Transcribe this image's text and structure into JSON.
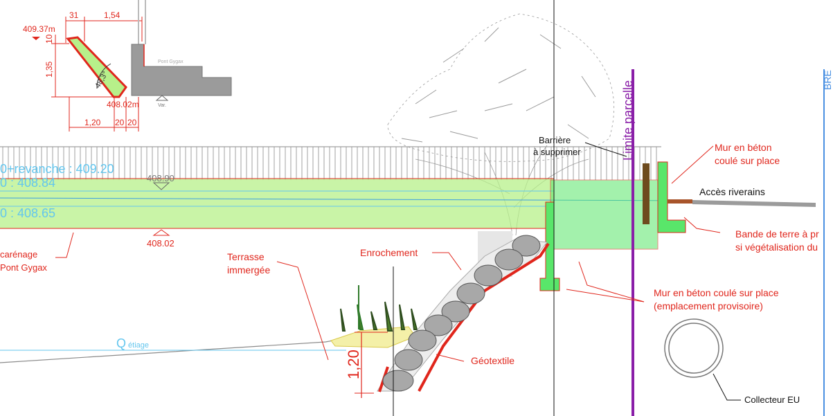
{
  "detail": {
    "dim_top_left": "31",
    "dim_top_right": "1,54",
    "elev_top": "409.37m",
    "dim_small": "10",
    "dim_height": "1,35",
    "angle": "48,3°",
    "elev_bottom": "408.02m",
    "dim_bottom_a": "1,20",
    "dim_bottom_b": "20",
    "dim_bottom_c": "20",
    "bridge_label": "Pont Gygax",
    "support_label": "Var."
  },
  "levels": {
    "revanche": "0+revanche : 409.20",
    "level_a": "0 : 408.84",
    "level_b": "0 : 408.65",
    "mark_top": "408.90",
    "mark_bottom": "408.02",
    "etiage": "Q",
    "etiage_sub": "étiage"
  },
  "labels": {
    "carenage_1": "carénage",
    "carenage_2": "Pont Gygax",
    "terrasse_1": "Terrasse",
    "terrasse_2": "immergée",
    "enrochement": "Enrochement",
    "geotextile": "Géotextile",
    "barriere_1": "Barrière",
    "barriere_2": "à supprimer",
    "limite": "Limite parcelle",
    "mur1_1": "Mur en béton",
    "mur1_2": "coulé sur place",
    "acces": "Accès riverains",
    "bande_1": "Bande de terre à pr",
    "bande_2": "si végétalisation du",
    "mur2_1": "Mur en béton coulé sur place",
    "mur2_2": "(emplacement provisoire)",
    "collecteur": "Collecteur EU",
    "dim_120": "1,20",
    "edge_mark": "BRE"
  },
  "colors": {
    "annotation_red": "#e0261c",
    "level_cyan": "#63c6ee",
    "water_green": "#b7f08a",
    "wall_green": "#59e66a",
    "limit_purple": "#8a1fa8",
    "concrete_grey": "#9b9b9b",
    "rock_grey": "#a8a8a8"
  }
}
